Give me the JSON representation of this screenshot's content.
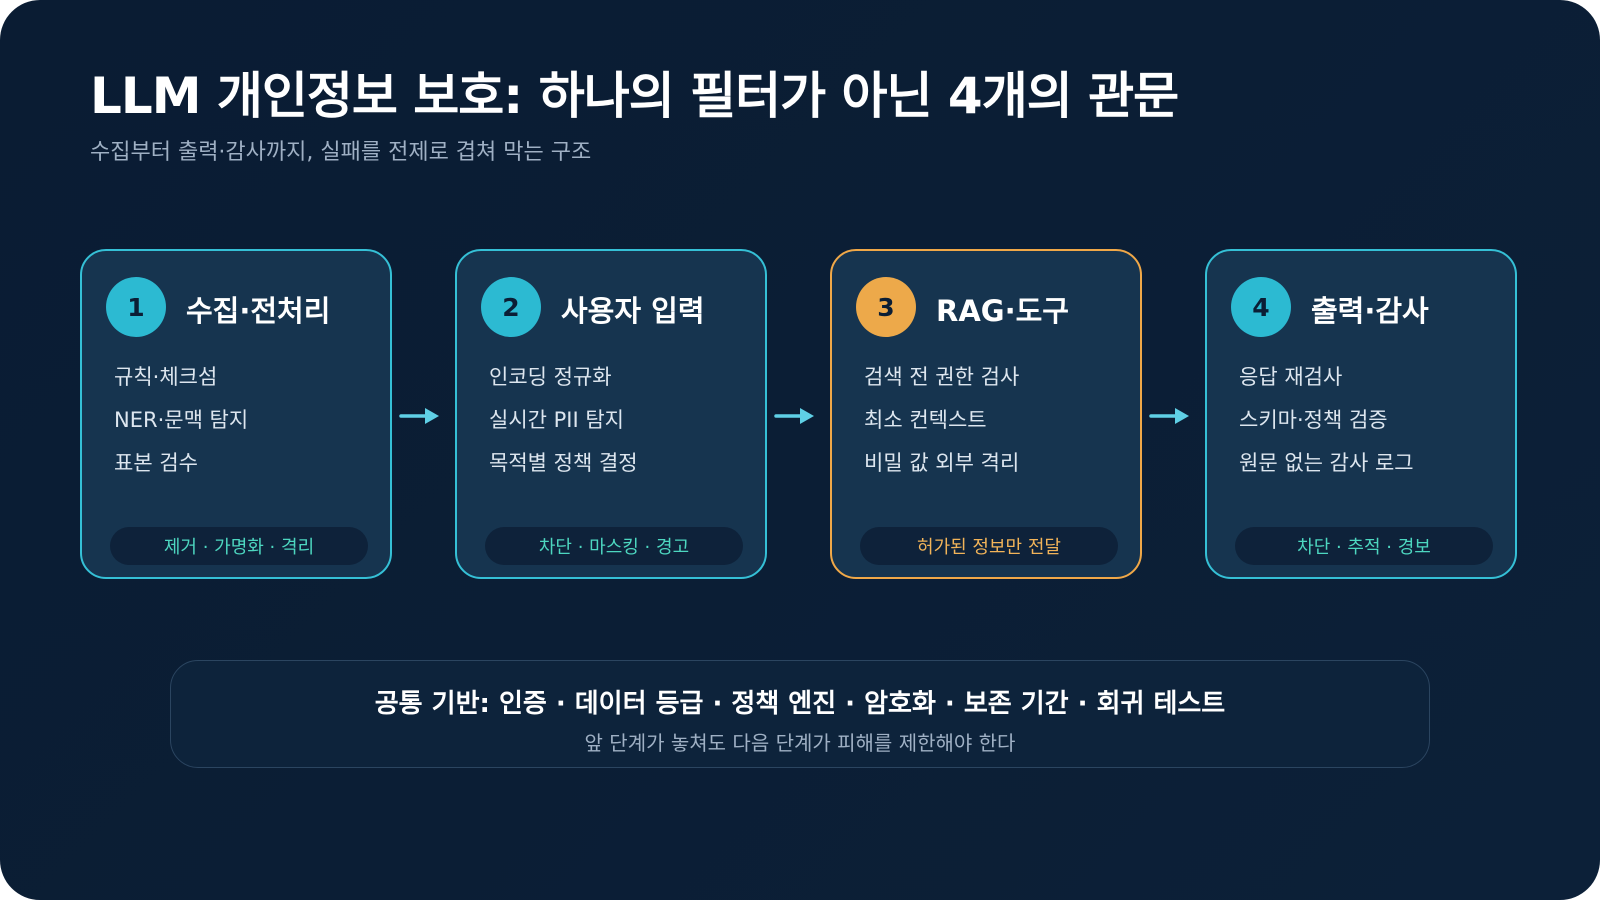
{
  "title": "LLM 개인정보 보호: 하나의 필터가 아닌 4개의 관문",
  "subtitle": "수집부터 출력·감사까지, 실패를 전제로 겹쳐 막는 구조",
  "colors": {
    "accent_teal": "#35c0d6",
    "accent_amber": "#f0a848",
    "pill_teal": "#4dd7c0",
    "background": "#0b1e35"
  },
  "stages": [
    {
      "number": "1",
      "title": "수집·전처리",
      "items": [
        "규칙·체크섬",
        "NER·문맥 탐지",
        "표본 검수"
      ],
      "pill": "제거 · 가명화 · 격리"
    },
    {
      "number": "2",
      "title": "사용자 입력",
      "items": [
        "인코딩 정규화",
        "실시간 PII 탐지",
        "목적별 정책 결정"
      ],
      "pill": "차단 · 마스킹 · 경고"
    },
    {
      "number": "3",
      "title": "RAG·도구",
      "items": [
        "검색 전 권한 검사",
        "최소 컨텍스트",
        "비밀 값 외부 격리"
      ],
      "pill": "허가된 정보만 전달"
    },
    {
      "number": "4",
      "title": "출력·감사",
      "items": [
        "응답 재검사",
        "스키마·정책 검증",
        "원문 없는 감사 로그"
      ],
      "pill": "차단 · 추적 · 경보"
    }
  ],
  "icons": {
    "flow_arrow": "arrow-right-icon"
  },
  "foundation": {
    "title": "공통 기반: 인증 · 데이터 등급 · 정책 엔진 · 암호화 · 보존 기간 · 회귀 테스트",
    "subtitle": "앞 단계가 놓쳐도 다음 단계가 피해를 제한해야 한다"
  }
}
